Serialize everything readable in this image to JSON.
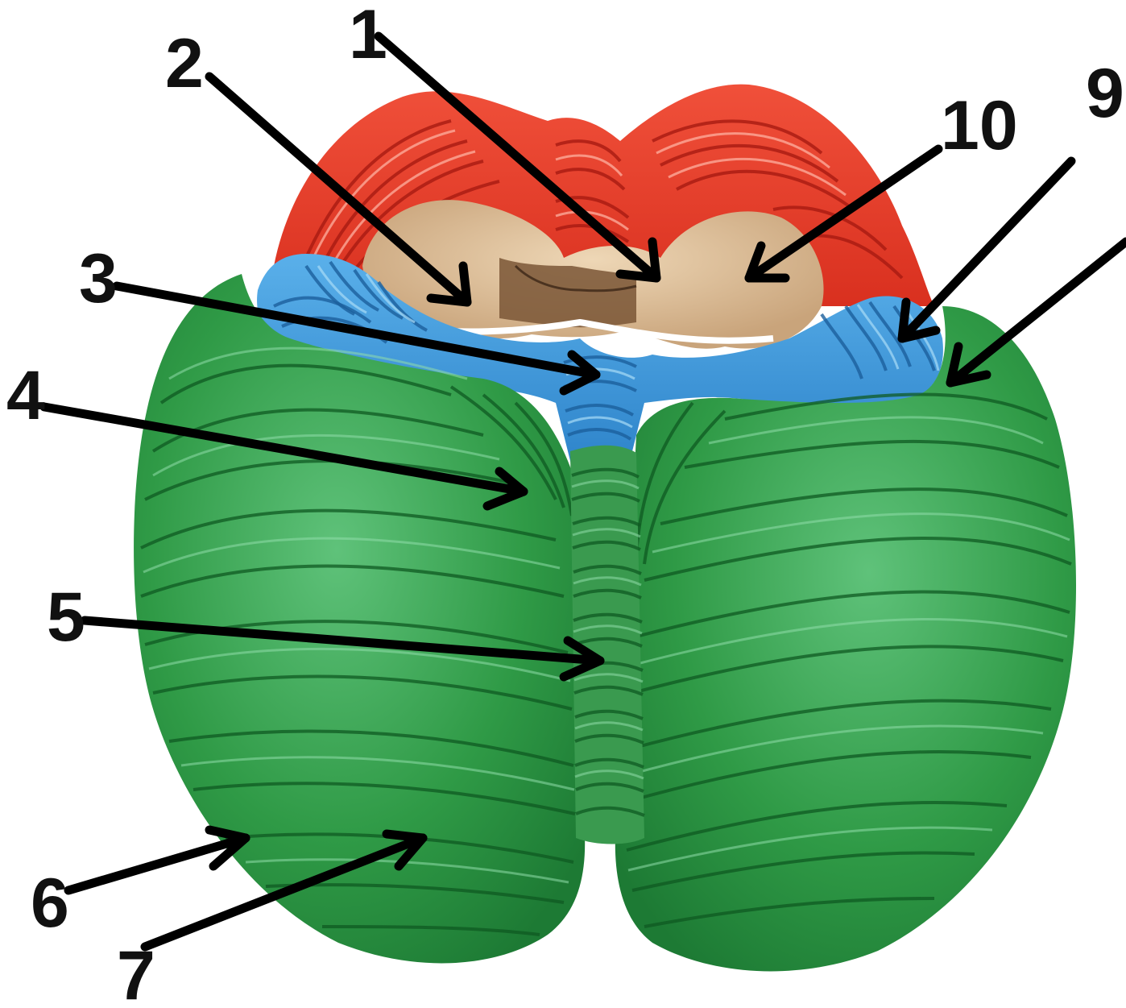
{
  "labels": {
    "l1": "1",
    "l2": "2",
    "l3": "3",
    "l4": "4",
    "l5": "5",
    "l6": "6",
    "l7": "7",
    "l9a": "9",
    "l10": "10"
  },
  "colors": {
    "hemisphere": "#2f9a46",
    "vermis": "#3f9e52",
    "flocculus": "#3b93d8",
    "brainstem_red": "#e8442e",
    "section_tan": "#d9b893",
    "arrow": "#000000"
  }
}
